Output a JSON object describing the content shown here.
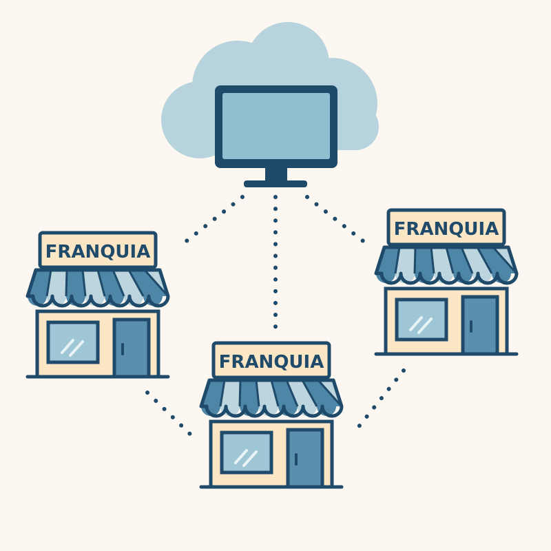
{
  "colors": {
    "background": "#fcf8f1",
    "cloud": "#b7d3dd",
    "outline": "#1f4a6a",
    "screen": "#90bfd0",
    "building": "#fbe6c6",
    "awning_dark": "#4d86a6",
    "awning_light": "#bcd5df",
    "glass": "#9fc6d5",
    "door": "#5a8fae",
    "connector": "#1f4a6a"
  },
  "icons": {
    "server": "cloud-computer-icon",
    "store": "storefront-icon"
  },
  "stores": [
    {
      "label": "FRANQUIA"
    },
    {
      "label": "FRANQUIA"
    },
    {
      "label": "FRANQUIA"
    }
  ]
}
